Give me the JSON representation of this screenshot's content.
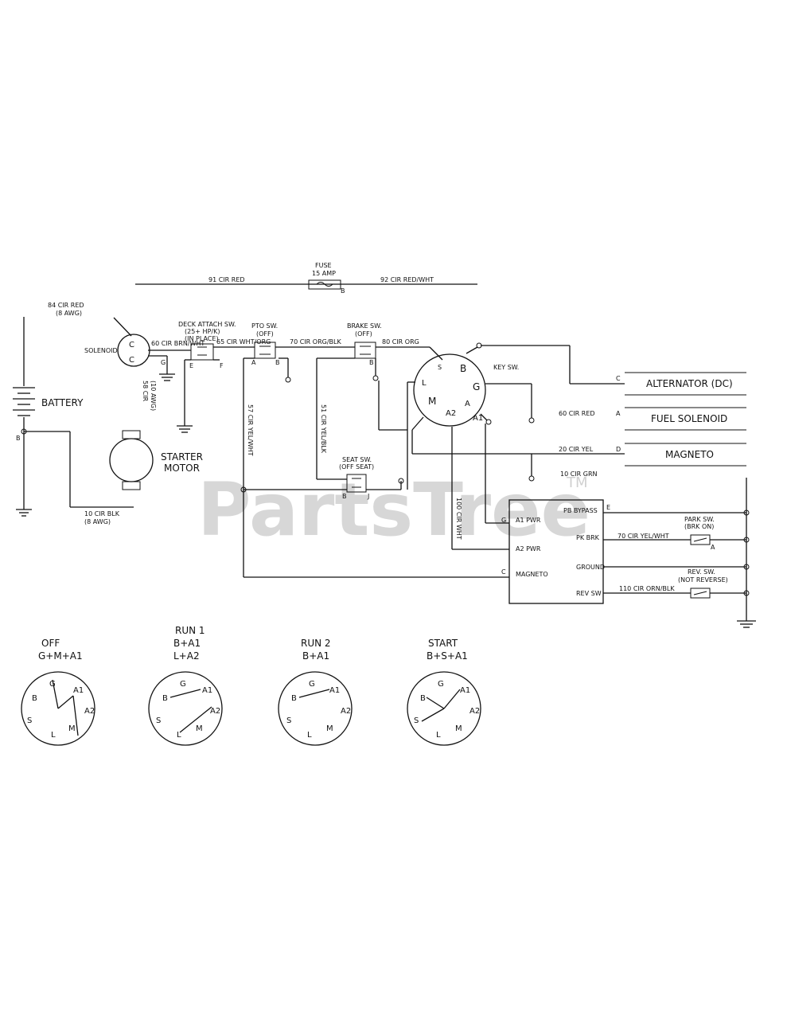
{
  "watermark": {
    "brand": "PartsTree",
    "tm": "TM"
  },
  "fuse": {
    "title": "FUSE",
    "rating": "15 AMP",
    "left_wire": "91 CIR RED",
    "right_wire": "92 CIR RED/WHT",
    "terminal": "B"
  },
  "battery": {
    "label": "BATTERY",
    "wire": "84 CIR RED",
    "gauge": "(8 AWG)",
    "terminal": "B"
  },
  "solenoid": {
    "label": "SOLENOID",
    "pin_top": "C",
    "pin_bottom": "C",
    "ground_pin": "G",
    "wire_out": "60 CIR BRN/WHT",
    "side_wire": "58 CIR",
    "side_wire2": "(10 AWG)"
  },
  "deck_switch": {
    "title": "DECK ATTACH SW.",
    "sub1": "(25+ HP/K)",
    "sub2": "(IN PLACE)",
    "wire": "65 CIR WHT/ORG",
    "pin_e": "E",
    "pin_f": "F"
  },
  "pto_switch": {
    "title": "PTO SW.",
    "state": "(OFF)",
    "wire": "70 CIR ORG/BLK",
    "pin_a": "A",
    "pin_b": "B"
  },
  "brake_switch": {
    "title": "BRAKE SW.",
    "state": "(OFF)",
    "wire": "80 CIR ORG",
    "pin_b": "B"
  },
  "vert_wires": {
    "w1": "57 CIR YEL/WHT",
    "w2": "51 CIR YEL/BLK",
    "w3": "100 CIR WHT"
  },
  "key_switch": {
    "label": "KEY SW.",
    "pins": [
      "S",
      "B",
      "G",
      "A",
      "A2",
      "M",
      "L",
      "A1"
    ]
  },
  "outputs": [
    {
      "pin": "C",
      "label": "ALTERNATOR (DC)"
    },
    {
      "pin": "A",
      "label": "FUEL SOLENOID",
      "wire": "60 CIR RED"
    },
    {
      "pin": "D",
      "label": "MAGNETO",
      "wire": "20 CIR YEL"
    }
  ],
  "green_wire": "10 CIR GRN",
  "seat_switch": {
    "title": "SEAT SW.",
    "state": "(OFF SEAT)",
    "pin_b": "B",
    "pin_j": "J"
  },
  "starter": {
    "line1": "STARTER",
    "line2": "MOTOR",
    "wire": "10 CIR BLK",
    "gauge": "(8 AWG)"
  },
  "module": {
    "left_pins": [
      {
        "pin": "G",
        "label": "A1 PWR"
      },
      {
        "pin": "",
        "label": "A2 PWR"
      },
      {
        "pin": "C",
        "label": "MAGNETO"
      }
    ],
    "right_pins": [
      {
        "pin": "E",
        "label": "PB BYPASS"
      },
      {
        "pin": "",
        "label": "PK BRK",
        "wire": "70 CIR YEL/WHT"
      },
      {
        "pin": "",
        "label": "GROUND"
      },
      {
        "pin": "",
        "label": "REV SW",
        "wire": "110 CIR ORN/BLK"
      }
    ]
  },
  "park_switch": {
    "title": "PARK SW.",
    "state": "(BRK ON)",
    "pin": "A"
  },
  "rev_switch": {
    "title": "REV. SW.",
    "state": "(NOT REVERSE)"
  },
  "positions": [
    {
      "title": "OFF",
      "sub1": "G+M+A1",
      "sub2": ""
    },
    {
      "title": "RUN 1",
      "sub1": "B+A1",
      "sub2": "L+A2"
    },
    {
      "title": "RUN 2",
      "sub1": "B+A1",
      "sub2": ""
    },
    {
      "title": "START",
      "sub1": "B+S+A1",
      "sub2": ""
    }
  ],
  "dial_pins": {
    "s": "S",
    "b": "B",
    "g": "G",
    "a1": "A1",
    "a2": "A2",
    "m": "M",
    "l": "L"
  }
}
